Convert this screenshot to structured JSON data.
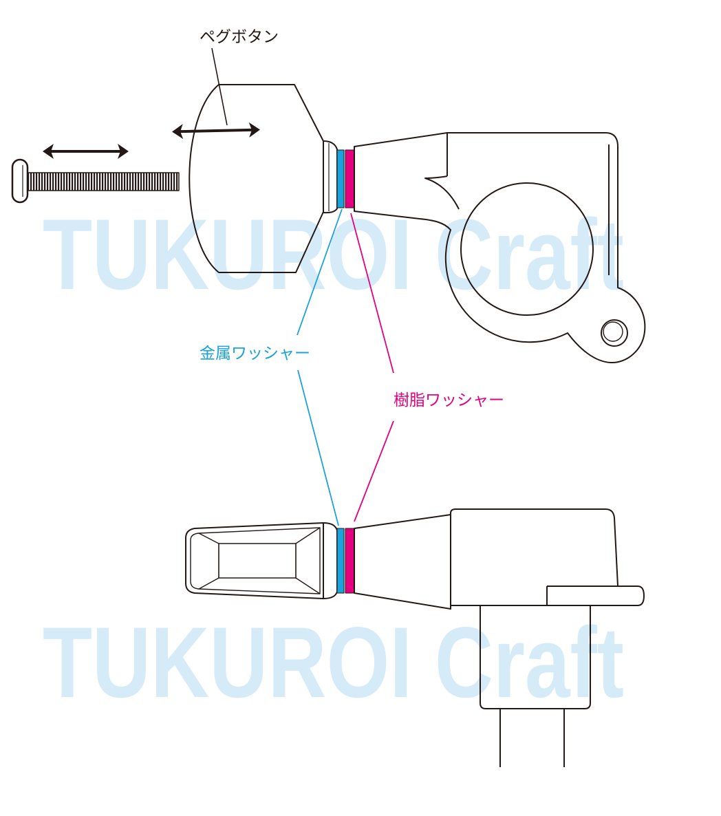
{
  "labels": {
    "peg_button": "ペグボタン",
    "metal_washer": "金属ワッシャー",
    "resin_washer": "樹脂ワッシャー"
  },
  "watermark": "TUKUROI Craft",
  "colors": {
    "line": "#231815",
    "metal_washer": "#1ba1dc",
    "resin_washer": "#e4007f",
    "watermark": "#d6ebf8"
  }
}
